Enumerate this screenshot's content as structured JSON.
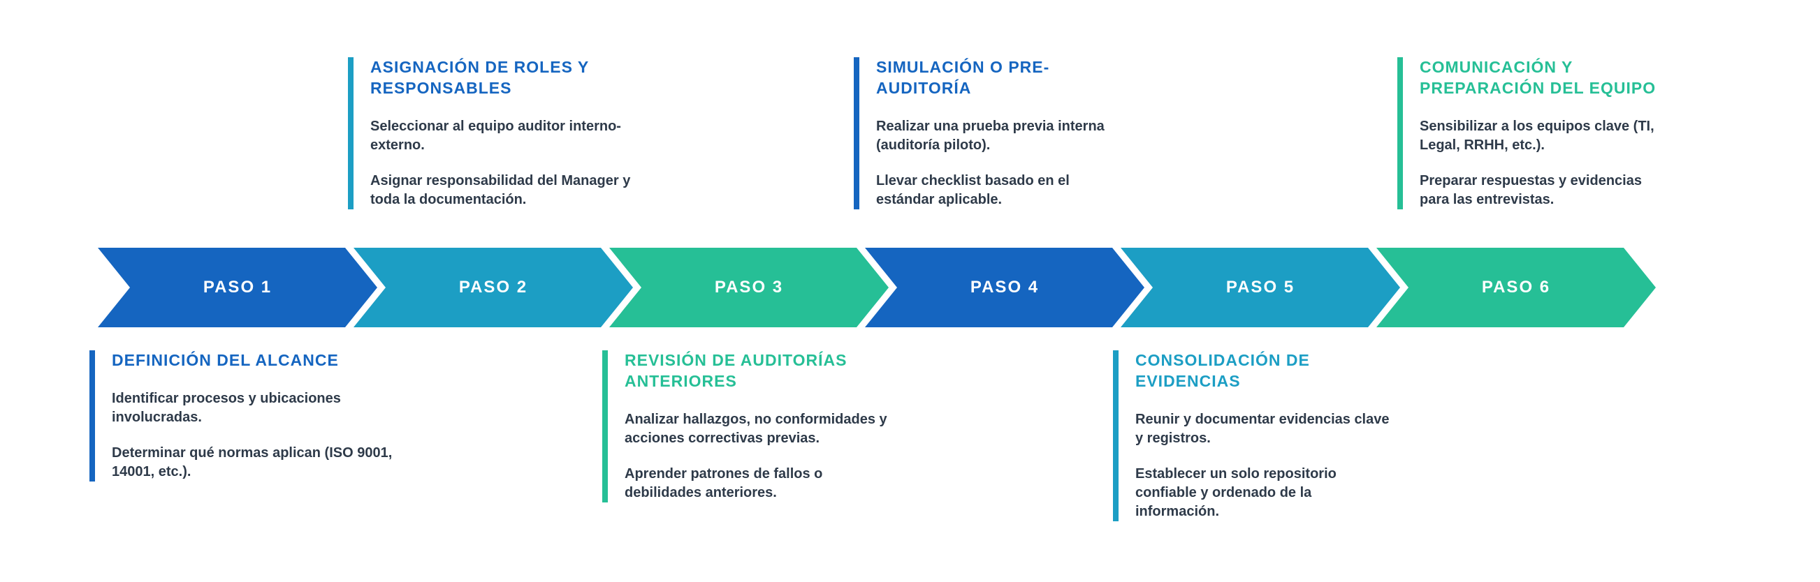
{
  "colors": {
    "blue": "#1565C0",
    "cyan": "#1C9EC4",
    "green": "#26BF96",
    "body_text": "#2E3A49",
    "background": "#FFFFFF"
  },
  "steps": [
    {
      "label": "PASO 1",
      "color": "#1565C0"
    },
    {
      "label": "PASO 2",
      "color": "#1C9EC4"
    },
    {
      "label": "PASO 3",
      "color": "#26BF96"
    },
    {
      "label": "PASO 4",
      "color": "#1565C0"
    },
    {
      "label": "PASO 5",
      "color": "#1C9EC4"
    },
    {
      "label": "PASO 6",
      "color": "#26BF96"
    }
  ],
  "blocks": {
    "top": [
      {
        "heading": "ASIGNACIÓN DE ROLES Y RESPONSABLES",
        "accent_color": "#1C9EC4",
        "heading_color": "#1565C0",
        "paragraphs": [
          "Seleccionar al equipo auditor interno-externo.",
          "Asignar responsabilidad del Manager y toda la documentación."
        ]
      },
      {
        "heading": "SIMULACIÓN O PRE-AUDITORÍA",
        "accent_color": "#1565C0",
        "heading_color": "#1565C0",
        "paragraphs": [
          "Realizar una prueba previa interna (auditoría piloto).",
          "Llevar checklist basado en el estándar aplicable."
        ]
      },
      {
        "heading": "COMUNICACIÓN Y PREPARACIÓN DEL EQUIPO",
        "accent_color": "#26BF96",
        "heading_color": "#26BF96",
        "paragraphs": [
          "Sensibilizar a los equipos clave (TI, Legal, RRHH, etc.).",
          "Preparar respuestas y evidencias para las entrevistas."
        ]
      }
    ],
    "bottom": [
      {
        "heading": "DEFINICIÓN DEL ALCANCE",
        "accent_color": "#1565C0",
        "heading_color": "#1565C0",
        "paragraphs": [
          "Identificar procesos y ubicaciones involucradas.",
          "Determinar qué normas aplican (ISO 9001, 14001, etc.)."
        ]
      },
      {
        "heading": "REVISIÓN DE AUDITORÍAS ANTERIORES",
        "accent_color": "#26BF96",
        "heading_color": "#26BF96",
        "paragraphs": [
          "Analizar hallazgos, no conformidades y acciones correctivas previas.",
          "Aprender patrones de fallos o debilidades anteriores."
        ]
      },
      {
        "heading": "CONSOLIDACIÓN DE EVIDENCIAS",
        "accent_color": "#1C9EC4",
        "heading_color": "#1C9EC4",
        "paragraphs": [
          "Reunir y documentar evidencias clave y registros.",
          "Establecer un solo repositorio confiable y ordenado de la información."
        ]
      }
    ]
  }
}
